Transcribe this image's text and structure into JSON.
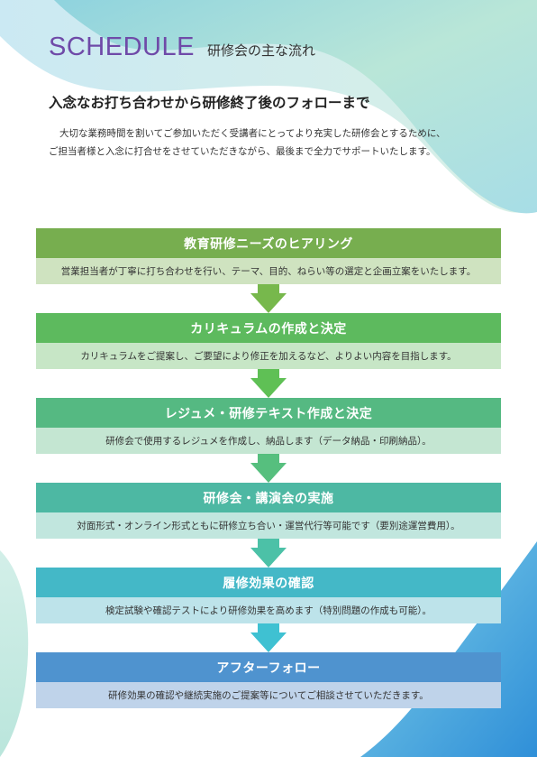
{
  "header": {
    "title_en": "SCHEDULE",
    "title_jp": "研修会の主な流れ"
  },
  "lead": "入念なお打ち合わせから研修終了後のフォローまで",
  "intro": {
    "line1": "大切な業務時間を割いてご参加いただく受講者にとってより充実した研修会とするために、",
    "line2": "ご担当者様と入念に打合せをさせていただきながら、最後まで全力でサポートいたします。"
  },
  "steps": [
    {
      "title": "教育研修ニーズのヒアリング",
      "desc": "営業担当者が丁寧に打ち合わせを行い、テーマ、目的、ねらい等の選定と企画立案をいたします。",
      "head_color": "#77ae4f",
      "desc_color": "#cfe3c0",
      "arrow_color": "#77b84c"
    },
    {
      "title": "カリキュラムの作成と決定",
      "desc": "カリキュラムをご提案し、ご要望により修正を加えるなど、よりよい内容を目指します。",
      "head_color": "#5dba5e",
      "desc_color": "#c7e6c6",
      "arrow_color": "#5fc055"
    },
    {
      "title": "レジュメ・研修テキスト作成と決定",
      "desc": "研修会で使用するレジュメを作成し、納品します（データ納品・印刷納品）。",
      "head_color": "#55b982",
      "desc_color": "#c4e6d2",
      "arrow_color": "#56bf7e"
    },
    {
      "title": "研修会・講演会の実施",
      "desc": "対面形式・オンライン形式ともに研修立ち合い・運営代行等可能です（要別途運営費用）。",
      "head_color": "#4db8a3",
      "desc_color": "#c1e6de",
      "arrow_color": "#4cc1a7"
    },
    {
      "title": "履修効果の確認",
      "desc": "検定試験や確認テストにより研修効果を高めます（特別問題の作成も可能）。",
      "head_color": "#44b8c7",
      "desc_color": "#bde3ea",
      "arrow_color": "#3fc1d2"
    },
    {
      "title": "アフターフォロー",
      "desc": "研修効果の確認や継続実施のご提案等についてご相談させていただきます。",
      "head_color": "#4f93cf",
      "desc_color": "#bfd3ea",
      "arrow_color": ""
    }
  ]
}
